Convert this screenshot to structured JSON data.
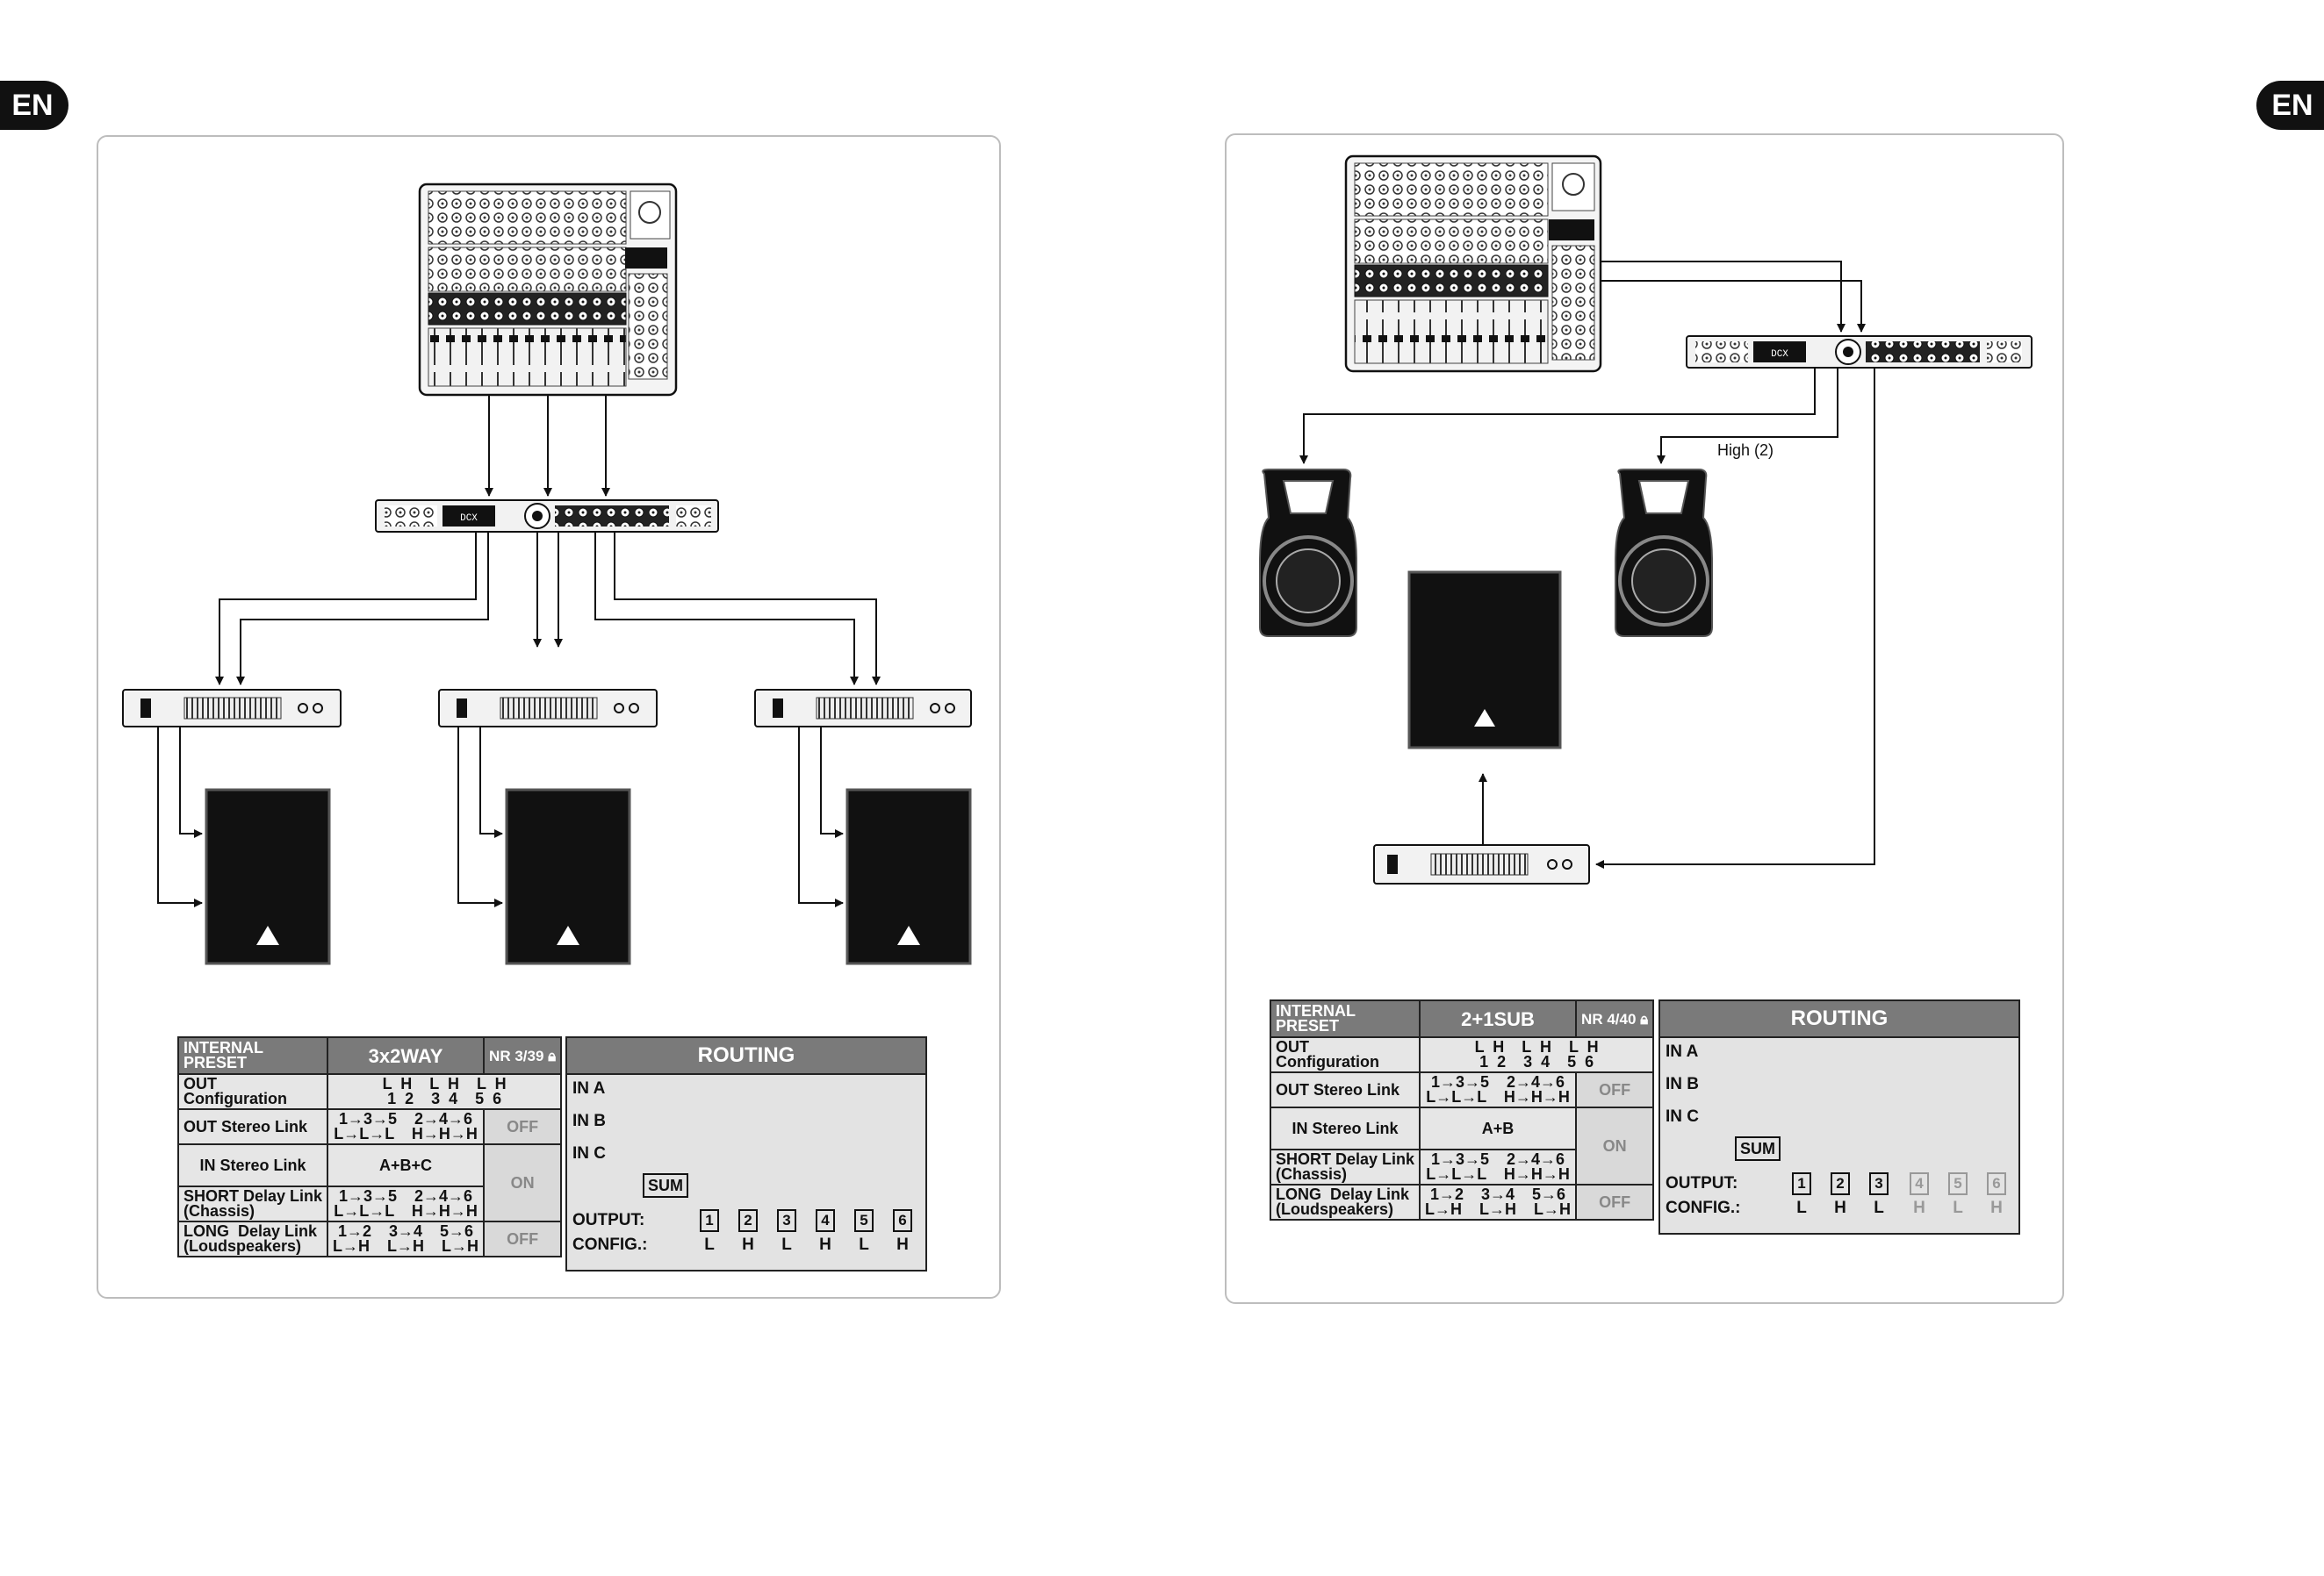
{
  "badges": {
    "left": "EN",
    "right": "EN"
  },
  "left": {
    "preset": {
      "header_label": "INTERNAL PRESET",
      "name": "3x2WAY",
      "nr": "NR 3/39",
      "rows": [
        {
          "label": "OUT Configuration",
          "value": "L  H    L  H    L  H\n1  2    3  4    5  6",
          "state": ""
        },
        {
          "label": "OUT Stereo Link",
          "value": "1→3→5    2→4→6\nL→L→L    H→H→H",
          "state": "OFF"
        },
        {
          "label": "IN Stereo Link",
          "value": "A+B+C",
          "state": "ON"
        },
        {
          "label": "SHORT Delay Link\n(Chassis)",
          "value": "1→3→5    2→4→6\nL→L→L    H→H→H",
          "state": ""
        },
        {
          "label": "LONG  Delay Link\n(Loudspeakers)",
          "value": "1→2    3→4    5→6\nL→H    L→H    L→H",
          "state": "OFF"
        }
      ]
    },
    "routing": {
      "title": "ROUTING",
      "inputs": [
        "IN A",
        "IN B",
        "IN C"
      ],
      "sum_label": "SUM",
      "output_label": "OUTPUT:",
      "config_label": "CONFIG.:",
      "outputs": [
        "1",
        "2",
        "3",
        "4",
        "5",
        "6"
      ],
      "config": [
        "L",
        "H",
        "L",
        "H",
        "L",
        "H"
      ]
    }
  },
  "right": {
    "caption": "High (2)",
    "preset": {
      "header_label": "INTERNAL PRESET",
      "name": "2+1SUB",
      "nr": "NR 4/40",
      "rows": [
        {
          "label": "OUT Configuration",
          "value": "L  H    L  H    L  H\n1  2    3  4    5  6",
          "state": ""
        },
        {
          "label": "OUT Stereo Link",
          "value": "1→3→5    2→4→6\nL→L→L    H→H→H",
          "state": "OFF"
        },
        {
          "label": "IN Stereo Link",
          "value": "A+B",
          "state": "ON"
        },
        {
          "label": "SHORT Delay Link\n(Chassis)",
          "value": "1→3→5    2→4→6\nL→L→L    H→H→H",
          "state": ""
        },
        {
          "label": "LONG  Delay Link\n(Loudspeakers)",
          "value": "1→2    3→4    5→6\nL→H    L→H    L→H",
          "state": "OFF"
        }
      ]
    },
    "routing": {
      "title": "ROUTING",
      "inputs": [
        "IN A",
        "IN B",
        "IN C"
      ],
      "sum_label": "SUM",
      "output_label": "OUTPUT:",
      "config_label": "CONFIG.:",
      "outputs": [
        "1",
        "2",
        "3",
        "4",
        "5",
        "6"
      ],
      "config": [
        "L",
        "H",
        "L",
        "H",
        "L",
        "H"
      ],
      "active_outputs": 3
    }
  }
}
